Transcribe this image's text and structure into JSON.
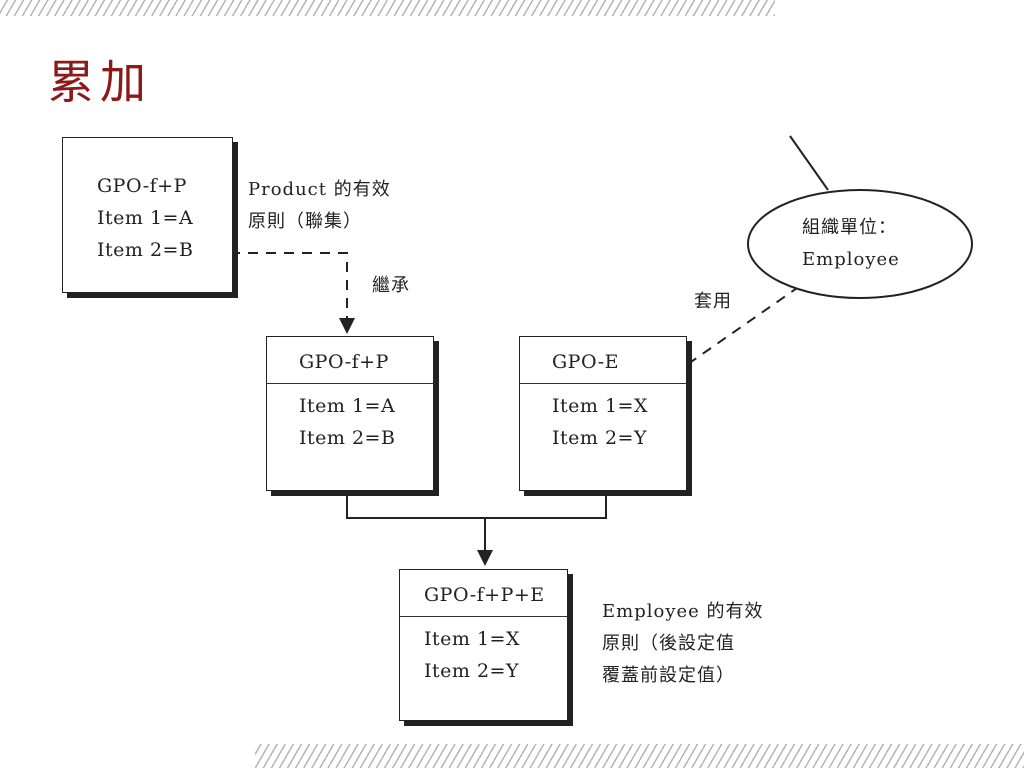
{
  "title": "累加",
  "box_product": {
    "title": "GPO-f+P",
    "item1": "Item 1=A",
    "item2": "Item 2=B"
  },
  "box_inherited": {
    "title": "GPO-f+P",
    "item1": "Item 1=A",
    "item2": "Item 2=B"
  },
  "box_employee": {
    "title": "GPO-E",
    "item1": "Item 1=X",
    "item2": "Item 2=Y"
  },
  "box_result": {
    "title": "GPO-f+P+E",
    "item1": "Item 1=X",
    "item2": "Item 2=Y"
  },
  "label_product_line1": "Product 的有效",
  "label_product_line2": "原則（聯集）",
  "label_inherit": "繼承",
  "label_apply": "套用",
  "ellipse_line1": "組織單位：",
  "ellipse_line2": "Employee",
  "label_result_line1": "Employee 的有效",
  "label_result_line2": "原則（後設定值",
  "label_result_line3": "覆蓋前設定值）"
}
